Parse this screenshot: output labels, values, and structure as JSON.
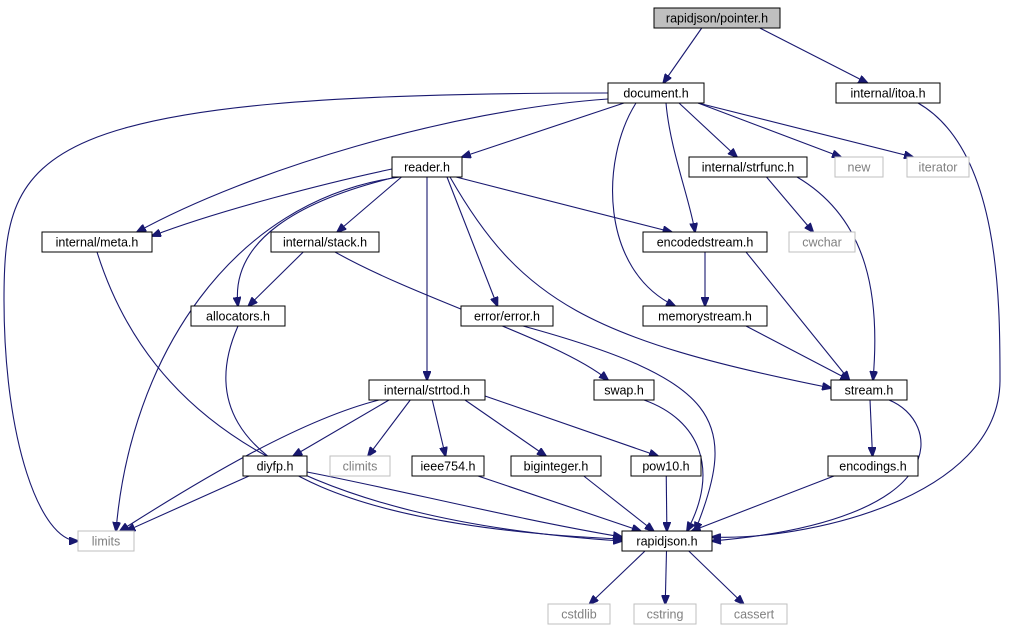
{
  "graph": {
    "colors": {
      "edge": "#191970",
      "root_fill": "#bfbfbf",
      "node_fill": "#ffffff",
      "node_border": "#000000",
      "external_border": "#bfbfbf",
      "external_text": "#808080"
    },
    "nodes": [
      {
        "id": "pointer",
        "label": "rapidjson/pointer.h",
        "kind": "root"
      },
      {
        "id": "document",
        "label": "document.h",
        "kind": "internal"
      },
      {
        "id": "itoa",
        "label": "internal/itoa.h",
        "kind": "internal"
      },
      {
        "id": "reader",
        "label": "reader.h",
        "kind": "internal"
      },
      {
        "id": "strfunc",
        "label": "internal/strfunc.h",
        "kind": "internal"
      },
      {
        "id": "new",
        "label": "new",
        "kind": "external"
      },
      {
        "id": "iterator",
        "label": "iterator",
        "kind": "external"
      },
      {
        "id": "meta",
        "label": "internal/meta.h",
        "kind": "internal"
      },
      {
        "id": "stack",
        "label": "internal/stack.h",
        "kind": "internal"
      },
      {
        "id": "encodedstream",
        "label": "encodedstream.h",
        "kind": "internal"
      },
      {
        "id": "cwchar",
        "label": "cwchar",
        "kind": "external"
      },
      {
        "id": "allocators",
        "label": "allocators.h",
        "kind": "internal"
      },
      {
        "id": "error",
        "label": "error/error.h",
        "kind": "internal"
      },
      {
        "id": "memorystream",
        "label": "memorystream.h",
        "kind": "internal"
      },
      {
        "id": "strtod",
        "label": "internal/strtod.h",
        "kind": "internal"
      },
      {
        "id": "swap",
        "label": "swap.h",
        "kind": "internal"
      },
      {
        "id": "stream",
        "label": "stream.h",
        "kind": "internal"
      },
      {
        "id": "diyfp",
        "label": "diyfp.h",
        "kind": "internal"
      },
      {
        "id": "climits",
        "label": "climits",
        "kind": "external"
      },
      {
        "id": "ieee754",
        "label": "ieee754.h",
        "kind": "internal"
      },
      {
        "id": "biginteger",
        "label": "biginteger.h",
        "kind": "internal"
      },
      {
        "id": "pow10",
        "label": "pow10.h",
        "kind": "internal"
      },
      {
        "id": "encodings",
        "label": "encodings.h",
        "kind": "internal"
      },
      {
        "id": "limits",
        "label": "limits",
        "kind": "external"
      },
      {
        "id": "rapidjson",
        "label": "rapidjson.h",
        "kind": "internal"
      },
      {
        "id": "cstdlib",
        "label": "cstdlib",
        "kind": "external"
      },
      {
        "id": "cstring",
        "label": "cstring",
        "kind": "external"
      },
      {
        "id": "cassert",
        "label": "cassert",
        "kind": "external"
      }
    ],
    "edges": [
      {
        "from": "pointer",
        "to": "document"
      },
      {
        "from": "pointer",
        "to": "itoa"
      },
      {
        "from": "document",
        "to": "reader"
      },
      {
        "from": "document",
        "to": "strfunc"
      },
      {
        "from": "document",
        "to": "new"
      },
      {
        "from": "document",
        "to": "iterator"
      },
      {
        "from": "document",
        "to": "meta"
      },
      {
        "from": "document",
        "to": "limits"
      },
      {
        "from": "document",
        "to": "encodedstream"
      },
      {
        "from": "document",
        "to": "memorystream"
      },
      {
        "from": "itoa",
        "to": "rapidjson"
      },
      {
        "from": "reader",
        "to": "meta"
      },
      {
        "from": "reader",
        "to": "stack"
      },
      {
        "from": "reader",
        "to": "allocators"
      },
      {
        "from": "reader",
        "to": "limits"
      },
      {
        "from": "reader",
        "to": "encodedstream"
      },
      {
        "from": "reader",
        "to": "error"
      },
      {
        "from": "reader",
        "to": "strtod"
      },
      {
        "from": "reader",
        "to": "stream"
      },
      {
        "from": "strfunc",
        "to": "cwchar"
      },
      {
        "from": "strfunc",
        "to": "stream"
      },
      {
        "from": "meta",
        "to": "rapidjson"
      },
      {
        "from": "stack",
        "to": "allocators"
      },
      {
        "from": "stack",
        "to": "swap"
      },
      {
        "from": "encodedstream",
        "to": "memorystream"
      },
      {
        "from": "encodedstream",
        "to": "stream"
      },
      {
        "from": "allocators",
        "to": "rapidjson"
      },
      {
        "from": "error",
        "to": "rapidjson"
      },
      {
        "from": "memorystream",
        "to": "stream"
      },
      {
        "from": "strtod",
        "to": "limits"
      },
      {
        "from": "strtod",
        "to": "diyfp"
      },
      {
        "from": "strtod",
        "to": "climits"
      },
      {
        "from": "strtod",
        "to": "ieee754"
      },
      {
        "from": "strtod",
        "to": "biginteger"
      },
      {
        "from": "strtod",
        "to": "pow10"
      },
      {
        "from": "swap",
        "to": "rapidjson"
      },
      {
        "from": "stream",
        "to": "encodings"
      },
      {
        "from": "stream",
        "to": "rapidjson"
      },
      {
        "from": "diyfp",
        "to": "limits"
      },
      {
        "from": "diyfp",
        "to": "rapidjson"
      },
      {
        "from": "ieee754",
        "to": "rapidjson"
      },
      {
        "from": "biginteger",
        "to": "rapidjson"
      },
      {
        "from": "pow10",
        "to": "rapidjson"
      },
      {
        "from": "encodings",
        "to": "rapidjson"
      },
      {
        "from": "rapidjson",
        "to": "cstdlib"
      },
      {
        "from": "rapidjson",
        "to": "cstring"
      },
      {
        "from": "rapidjson",
        "to": "cassert"
      }
    ]
  }
}
